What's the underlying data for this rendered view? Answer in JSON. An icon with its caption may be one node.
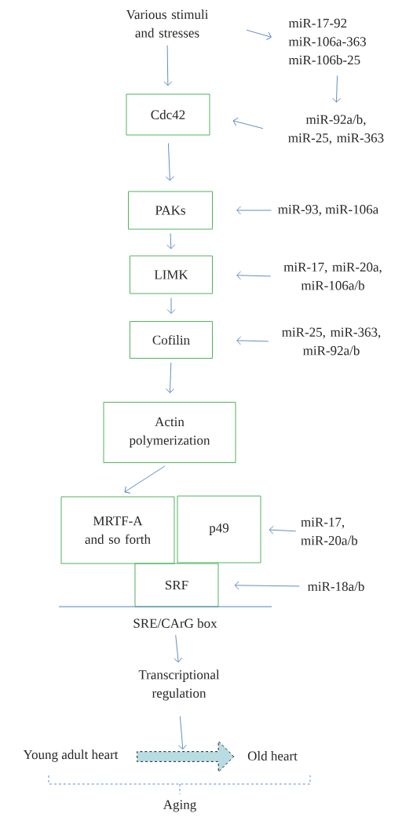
{
  "diagram": {
    "nodes": [
      {
        "text": [
          "Various stimuli and stresses"
        ]
      },
      {
        "text": [
          "miR-17-92",
          "miR-106a-363",
          "miR-106b-25"
        ]
      },
      {
        "text": [
          "Cdc42"
        ]
      },
      {
        "text": [
          "miR-92a/b, miR-25, miR-363"
        ]
      },
      {
        "text": [
          "PAKs"
        ]
      },
      {
        "text": [
          "miR-93, miR-106a"
        ]
      },
      {
        "text": [
          "LIMK"
        ]
      },
      {
        "text": [
          "miR-17, miR-20a, miR-106a/b"
        ]
      },
      {
        "text": [
          "Cofilin"
        ]
      },
      {
        "text": [
          "miR-25, miR-363, miR-92a/b"
        ]
      },
      {
        "text": [
          "Actin polymerization"
        ]
      },
      {
        "text": [
          "MRTF-A and so forth"
        ]
      },
      {
        "text": [
          "p49"
        ]
      },
      {
        "text": [
          "miR-17, miR-20a/b"
        ]
      },
      {
        "text": [
          "SRF"
        ]
      },
      {
        "text": [
          "miR-18a/b"
        ]
      },
      {
        "text": [
          "SRE/CArG box"
        ]
      },
      {
        "text": [
          "Transcriptional regulation"
        ]
      },
      {
        "text": [],
        "shape": "arrow",
        "beside": [
          "Young adult heart",
          "Old heart"
        ]
      }
    ],
    "edges": [
      {
        "from": 0,
        "to": 2,
        "arrow": "to"
      },
      {
        "from": 0,
        "to": 1,
        "arrow": "to"
      },
      {
        "from": 1,
        "to": 3,
        "arrow": "to"
      },
      {
        "from": 3,
        "to": 2,
        "arrow": "to"
      },
      {
        "from": 2,
        "to": 4,
        "arrow": "to"
      },
      {
        "from": 5,
        "to": 4,
        "arrow": "to"
      },
      {
        "from": 4,
        "to": 6,
        "arrow": "to"
      },
      {
        "from": 7,
        "to": 6,
        "arrow": "to"
      },
      {
        "from": 6,
        "to": 8,
        "arrow": "to"
      },
      {
        "from": 9,
        "to": 8,
        "arrow": "to"
      },
      {
        "from": 8,
        "to": 10,
        "arrow": "to"
      },
      {
        "from": 10,
        "to": 11,
        "arrow": "to"
      },
      {
        "from": 13,
        "to": 12,
        "arrow": "to"
      },
      {
        "from": 15,
        "to": 14,
        "arrow": "to"
      },
      {
        "from": 16,
        "to": 17,
        "arrow": "to"
      },
      {
        "from": 17,
        "to": 18,
        "arrow": "to"
      }
    ],
    "labels": [
      "Aging"
    ]
  }
}
